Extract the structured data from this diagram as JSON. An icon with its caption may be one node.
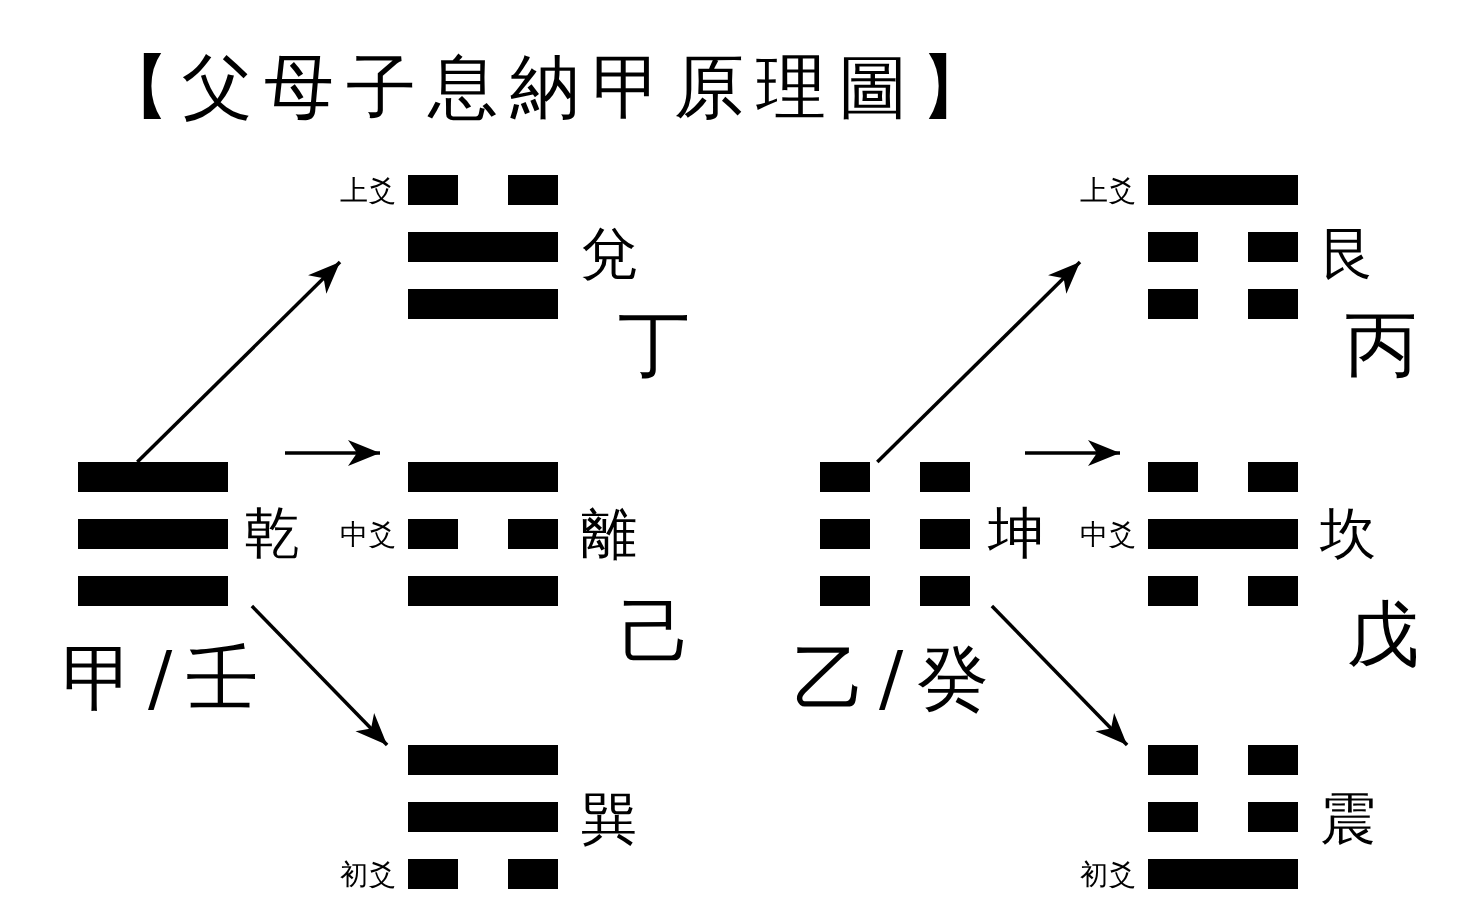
{
  "diagram": {
    "title": "【父母子息納甲原理圖】",
    "nodes": [
      {
        "text": [
          "乾"
        ],
        "beside": [
          "甲/壬"
        ]
      },
      {
        "text": [
          "兌"
        ],
        "beside": [
          "上爻",
          "丁"
        ]
      },
      {
        "text": [
          "離"
        ],
        "beside": [
          "中爻",
          "己"
        ]
      },
      {
        "text": [
          "巽"
        ],
        "beside": [
          "初爻"
        ]
      },
      {
        "text": [
          "坤"
        ],
        "beside": [
          "乙/癸"
        ]
      },
      {
        "text": [
          "艮"
        ],
        "beside": [
          "上爻",
          "丙"
        ]
      },
      {
        "text": [
          "坎"
        ],
        "beside": [
          "中爻",
          "戊"
        ]
      },
      {
        "text": [
          "震"
        ],
        "beside": [
          "初爻"
        ]
      }
    ],
    "edges": [
      {
        "from": 0,
        "to": 1,
        "arrow": "to"
      },
      {
        "from": 0,
        "to": 2,
        "arrow": "to"
      },
      {
        "from": 0,
        "to": 3,
        "arrow": "to"
      },
      {
        "from": 4,
        "to": 5,
        "arrow": "to"
      },
      {
        "from": 4,
        "to": 6,
        "arrow": "to"
      },
      {
        "from": 4,
        "to": 7,
        "arrow": "to"
      }
    ]
  }
}
